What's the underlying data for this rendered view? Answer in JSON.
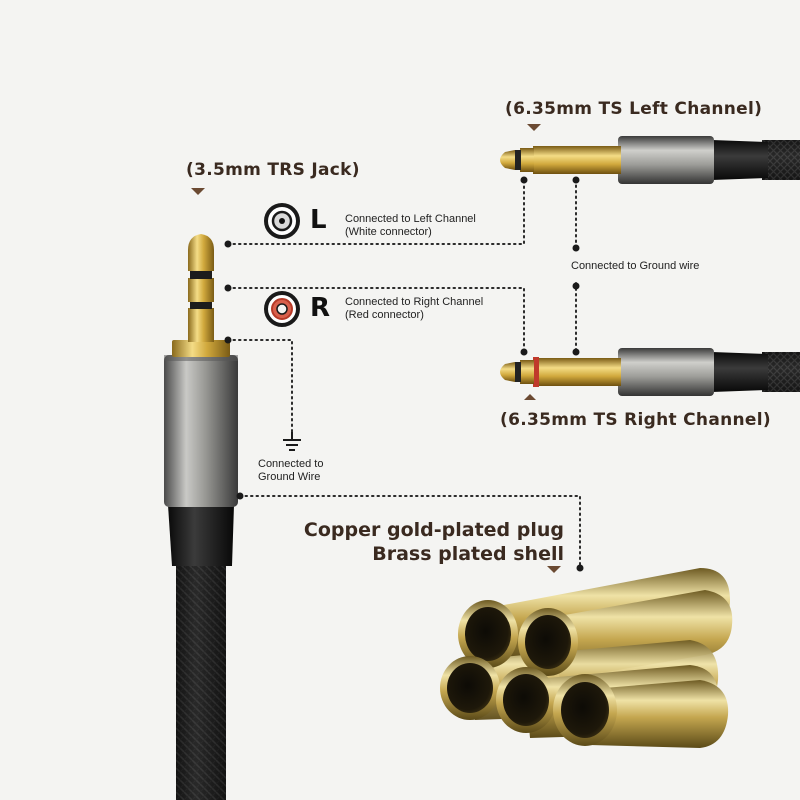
{
  "labels": {
    "trs_jack": "(3.5mm TRS Jack)",
    "ts_left": "(6.35mm TS Left Channel)",
    "ts_right": "(6.35mm TS Right Channel)",
    "left_letter": "L",
    "right_letter": "R",
    "left_desc_line1": "Connected to Left Channel",
    "left_desc_line2": "(White connector)",
    "right_desc_line1": "Connected to Right Channel",
    "right_desc_line2": "(Red connector)",
    "ground_wire_right": "Connected to Ground wire",
    "ground_wire_left_line1": "Connected to",
    "ground_wire_left_line2": "Ground Wire",
    "feature_line1": "Copper gold-plated plug",
    "feature_line2": "Brass plated shell"
  },
  "colors": {
    "gold": "#d4b04a",
    "red_ring": "#c0392b",
    "text_brown": "#3a2a20",
    "background": "#f4f4f2"
  },
  "icons": [
    "white-rca-connector-icon",
    "red-rca-connector-icon",
    "ground-symbol-icon",
    "down-pointer-icon"
  ]
}
